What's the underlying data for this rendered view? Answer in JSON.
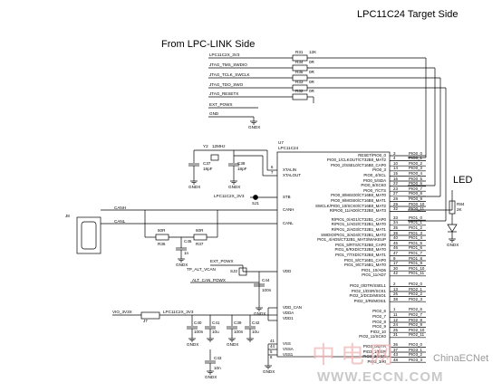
{
  "titles": {
    "target_side": "LPC11C24 Target Side",
    "link_side": "From LPC-LINK Side",
    "led": "LED"
  },
  "link_signals": [
    "LPC11C2X_3V3",
    "JTAG_TMS_SWDIO",
    "JTAG_TCLK_SWCLK",
    "JTAG_TDO_SWO",
    "JTAG_RESETX",
    "EXT_POWX",
    "GND"
  ],
  "resistors_top": [
    {
      "ref": "R31",
      "value": "12K"
    },
    {
      "ref": "R34",
      "value": "0R"
    },
    {
      "ref": "R35",
      "value": "0R"
    },
    {
      "ref": "R33",
      "value": "0R"
    },
    {
      "ref": "R32",
      "value": "0R"
    }
  ],
  "ic": {
    "ref": "U7",
    "part": "LPC11C24",
    "left_pins": [
      "XTALIN",
      "XTALOUT",
      "STB",
      "CANH",
      "CANL",
      "VDD",
      "VDD_CAN",
      "VDDA",
      "VDD1",
      "VSS",
      "VSSA",
      "VSS1"
    ],
    "left_pin_numbers": [
      "6",
      "7",
      "",
      "",
      "",
      "",
      "",
      "",
      "",
      "",
      "",
      ""
    ],
    "right_pins": [
      "RESET/PIO0_0",
      "PIO0_1/CLKOUT/CT32B0_MAT2",
      "PIO0_2/SSEL0/CT16B0_CAP0",
      "PIO0_3",
      "PIO0_4/SCL",
      "PIO0_5/SDA",
      "PIO0_6/SCK0",
      "PIO0_7/CTS",
      "PIO0_8/MISO0/CT16B0_MAT0",
      "PIO0_9/MOSI0/CT16B0_MAT1",
      "SWCLK/PIO0_10/SCK0/CT16B0_MAT2",
      "R/PIO0_11/AD0/CT32B0_MAT3",
      "R/PIO1_0/AD1/CT32B1_CAP0",
      "R/PIO1_1/AD2/CT32B1_MAT0",
      "R/PIO1_2/AD3/CT32B1_MAT1",
      "SWDIO/PIO1_3/AD4/CT32B1_MAT2",
      "PIO1_4/AD5/CT32B1_MAT3/WAKEUP",
      "PIO1_5/RTS/CT32B0_CAP0",
      "PIO1_6/RXD/CT32B0_MAT0",
      "PIO1_7/TXD/CT32B0_MAT1",
      "PIO1_8/CT16B1_CAP0",
      "PIO1_9/CT16B1_MAT0",
      "PIO1_10/AD6",
      "PIO1_11/AD7",
      "PIO2_0/DTR/SSEL1",
      "PIO2_1/DSR/SCK1",
      "PIO2_2/DCD/MISO1",
      "PIO2_3/RI/MOSI1",
      "PIO2_6",
      "PIO2_7",
      "PIO2_8",
      "PIO2_9",
      "PIO2_10",
      "PIO2_11/SCK0",
      "PIO3_0/DTR",
      "PIO3_1/DSR",
      "PIO3_2/DCD",
      "PIO3_3/RI"
    ],
    "right_pin_numbers": [
      "3",
      "4",
      "10",
      "14",
      "15",
      "16",
      "22",
      "23",
      "27",
      "28",
      "29",
      "32",
      "33",
      "34",
      "35",
      "39",
      "40",
      "45",
      "46",
      "47",
      "9",
      "17",
      "30",
      "42",
      "2",
      "13",
      "26",
      "38",
      "1",
      "11",
      "12",
      "24",
      "25",
      "31",
      "36",
      "37",
      "43",
      "48"
    ],
    "bottom_pin_numbers": [
      "41",
      "44",
      "5",
      "8"
    ]
  },
  "nets_right": [
    "PIO0_0",
    "PIO0_1",
    "PIO0_2",
    "PIO0_3",
    "PIO0_4",
    "PIO0_5",
    "PIO0_6",
    "PIO0_7",
    "PIO0_8",
    "PIO0_9",
    "PIO0_10",
    "PIO0_11",
    "PIO1_0",
    "PIO1_1",
    "PIO1_2",
    "PIO1_3",
    "PIO1_4",
    "PIO1_5",
    "PIO1_6",
    "PIO1_7",
    "PIO1_8",
    "PIO1_9",
    "PIO1_10",
    "PIO1_11",
    "PIO2_0",
    "PIO2_1",
    "PIO2_2",
    "PIO2_3",
    "PIO2_6",
    "PIO2_7",
    "PIO2_8",
    "PIO2_9",
    "PIO2_10",
    "PIO2_11",
    "PIO3_0",
    "PIO3_1",
    "PIO3_2",
    "PIO3_3"
  ],
  "components": {
    "crystal": {
      "ref": "Y2",
      "value": "12MHz"
    },
    "c37": {
      "ref": "C37",
      "value": "18pF"
    },
    "c38": {
      "ref": "C38",
      "value": "18pF"
    },
    "sj1": {
      "ref": "SJ1",
      "net": "LPC11C2X_3V3"
    },
    "j8": {
      "ref": "J8"
    },
    "canh": "CANH",
    "canl": "CANL",
    "r36": {
      "ref": "R36",
      "value": "60R"
    },
    "r37": {
      "ref": "R37",
      "value": "60R"
    },
    "c45": {
      "ref": "C45",
      "value": "1n"
    },
    "ext_powx": "EXT_POWX",
    "tp_alt_vcan": "TP_ALT_VCAN",
    "sj2": {
      "ref": "SJ2"
    },
    "alt_can_powx": "ALT_CAN_POWX",
    "c44": {
      "ref": "C44",
      "value": "100n"
    },
    "j7": {
      "ref": "J7",
      "label": "VIO_3V3X"
    },
    "l_3v3": "LPC11C2X_3V3",
    "c40": {
      "ref": "C40",
      "value": "100n"
    },
    "c41": {
      "ref": "C41",
      "value": "10u"
    },
    "c39": {
      "ref": "C39",
      "value": "100n"
    },
    "c42": {
      "ref": "C42",
      "value": "10u"
    },
    "c43": {
      "ref": "C43",
      "value": "10n"
    },
    "r84": {
      "ref": "R84",
      "value": "2K"
    },
    "gnd_label": "GNDX"
  },
  "watermark": {
    "cn": "中电网",
    "url": "WWW.ECCN.COM",
    "brand": "ChinaECNet"
  }
}
